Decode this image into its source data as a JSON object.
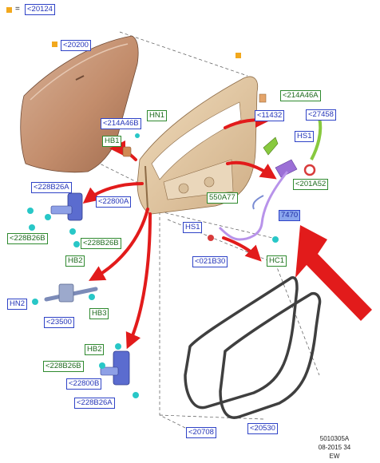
{
  "legend": {
    "symbol": "orange-square",
    "equals": "=",
    "ref": "<20124"
  },
  "labels": {
    "l20200": "<20200",
    "l214A46B": "<214A46B",
    "lHN1a": "HN1",
    "lHB1": "HB1",
    "l214A46A": "<214A46A",
    "l11432": "<11432",
    "l27458": "<27458",
    "lHS1a": "HS1",
    "l201A52": "<201A52",
    "l228B26A_top": "<228B26A",
    "l22800A": "<22800A",
    "l228B26B_l": "<228B26B",
    "l228B26B_r": "<228B26B",
    "lHB2a": "HB2",
    "l550A77": "550A77",
    "l7470": "7470",
    "lHS1b": "HS1",
    "l021B30": "<021B30",
    "lHC1": "HC1",
    "lHN2": "HN2",
    "lHB3": "HB3",
    "l23500": "<23500",
    "lHB2b": "HB2",
    "l228B26B_bot": "<228B26B",
    "l22800B": "<22800B",
    "l228B26A_bot": "<228B26A",
    "l20708": "<20708",
    "l20530": "<20530"
  },
  "footer": {
    "code": "5010305A",
    "date": "08-2015 34",
    "region": "EW"
  },
  "colors": {
    "arrow": "#e21b1b",
    "door_panel": "#c9987a",
    "frame": "#e3c9a2",
    "label_blue": "#2f43c7",
    "label_green": "#2f8a2f",
    "highlight_fill": "#8aa6ee",
    "marker": "#f2a81d"
  }
}
